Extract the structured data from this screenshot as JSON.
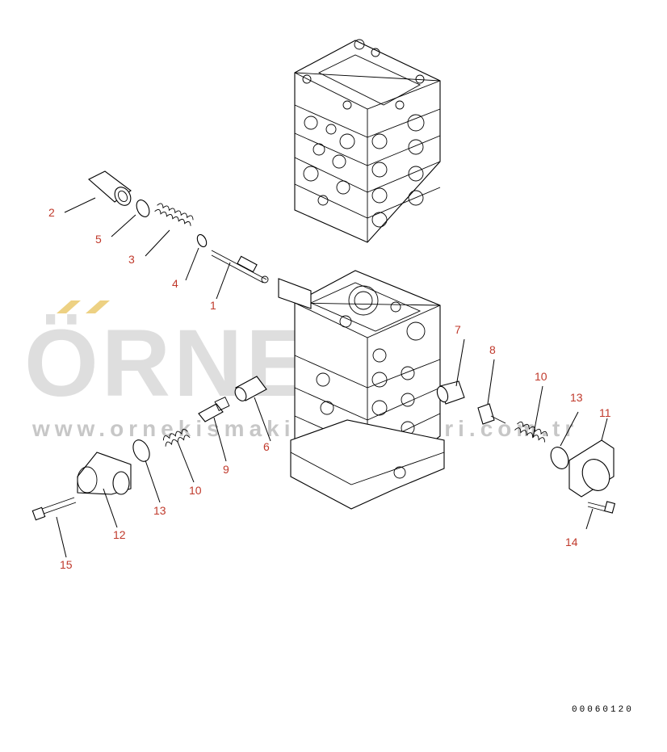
{
  "watermark": {
    "brand": "ÖRNEK",
    "url": "www.ornekismakinaparcalari.com.tr"
  },
  "drawing_code": "00060120",
  "callouts": [
    "1",
    "2",
    "3",
    "4",
    "5",
    "6",
    "7",
    "8",
    "9",
    "10",
    "10",
    "11",
    "12",
    "13",
    "13",
    "14",
    "15"
  ]
}
